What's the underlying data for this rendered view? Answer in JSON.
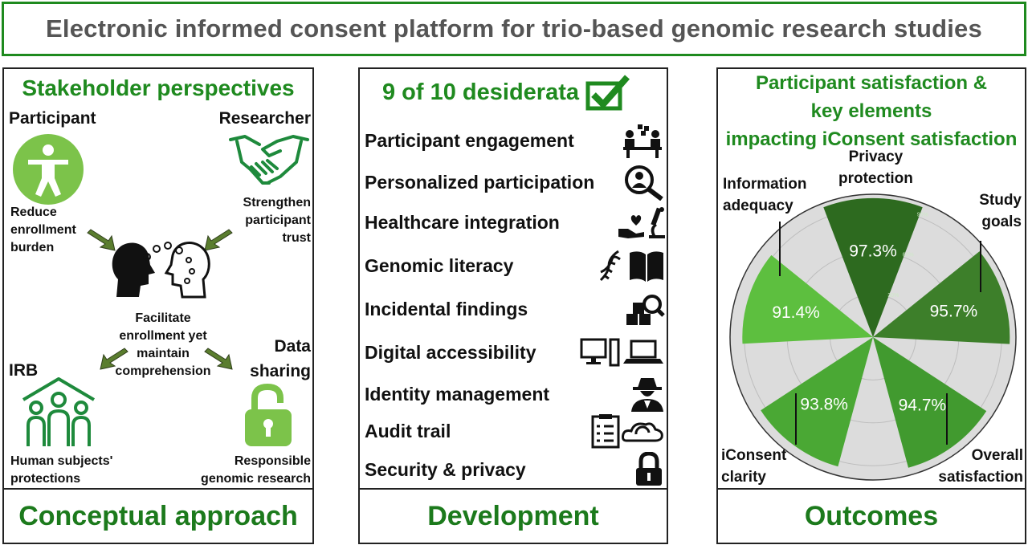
{
  "banner": {
    "title": "Electronic informed consent platform for trio-based genomic research studies"
  },
  "conceptual": {
    "title": "Stakeholder perspectives",
    "participant": {
      "role": "Participant",
      "goal_lines": [
        "Reduce",
        "enrollment",
        "burden"
      ]
    },
    "researcher": {
      "role": "Researcher",
      "goal_lines": [
        "Strengthen",
        "participant",
        "trust"
      ]
    },
    "center_lines": [
      "Facilitate",
      "enrollment yet",
      "maintain",
      "comprehension"
    ],
    "irb": {
      "role": "IRB",
      "goal_lines": [
        "Human subjects'",
        "protections"
      ]
    },
    "data_sharing": {
      "role_lines": [
        "Data",
        "sharing"
      ],
      "goal_lines": [
        "Responsible",
        "genomic research"
      ]
    },
    "footer": "Conceptual approach"
  },
  "development": {
    "title": "9 of 10 desiderata",
    "items": [
      {
        "label": "Participant engagement",
        "icon": "team-meeting-icon"
      },
      {
        "label": "Personalized participation",
        "icon": "person-search-icon"
      },
      {
        "label": "Healthcare integration",
        "icon": "care-microscope-icon"
      },
      {
        "label": "Genomic literacy",
        "icon": "dna-book-icon"
      },
      {
        "label": "Incidental findings",
        "icon": "boxes-magnifier-icon"
      },
      {
        "label": "Digital accessibility",
        "icon": "computer-laptop-icon"
      },
      {
        "label": "Identity management",
        "icon": "spy-icon"
      },
      {
        "label": "Audit trail",
        "icon": "clipboard-cloud-icon"
      },
      {
        "label": "Security & privacy",
        "icon": "lock-icon"
      }
    ],
    "footer": "Development"
  },
  "outcomes": {
    "title_lines": [
      "Participant satisfaction &",
      "key elements",
      "impacting iConsent satisfaction"
    ],
    "footer": "Outcomes",
    "chart_data": {
      "type": "polar-bar",
      "categories": [
        "Privacy protection",
        "Study goals",
        "Overall satisfaction",
        "iConsent clarity",
        "Information adequacy"
      ],
      "values": [
        97.3,
        95.7,
        94.7,
        93.8,
        91.4
      ],
      "value_labels": [
        "97.3%",
        "95.7%",
        "94.7%",
        "93.8%",
        "91.4%"
      ],
      "category_label_lines": [
        [
          "Privacy",
          "protection"
        ],
        [
          "Study",
          "goals"
        ],
        [
          "Overall",
          "satisfaction"
        ],
        [
          "iConsent",
          "clarity"
        ],
        [
          "Information",
          "adequacy"
        ]
      ],
      "rlim": [
        0,
        100
      ],
      "grid_ticks": [
        "30%",
        "60%",
        "90%"
      ],
      "colors": [
        "#2d6a1f",
        "#3d7f2a",
        "#419a2f",
        "#4aa834",
        "#5dbf3f"
      ],
      "grid": true
    }
  },
  "colors": {
    "accent_green": "#1f8a1f",
    "icon_green": "#7cc34a",
    "arrow_green": "#5a7d2e"
  }
}
